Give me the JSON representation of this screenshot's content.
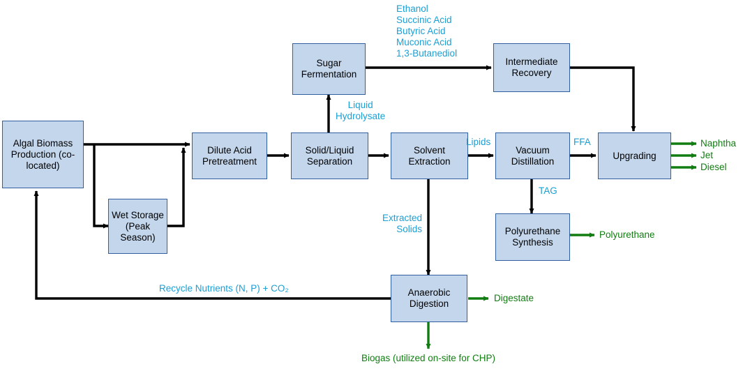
{
  "diagram": {
    "title": "Algal biomass biorefinery process flow diagram",
    "colors": {
      "box_fill": "#c3d6ec",
      "box_border": "#2f5f9e",
      "process_arrow": "#000000",
      "stream_label": "#1a9fd4",
      "product": "#117d11",
      "background": "#ffffff"
    }
  },
  "boxes": [
    {
      "id": "algal-biomass-production",
      "label": "Algal Biomass Production (co-located)"
    },
    {
      "id": "wet-storage",
      "label": "Wet Storage (Peak Season)"
    },
    {
      "id": "dilute-acid-pretreatment",
      "label": "Dilute Acid Pretreatment"
    },
    {
      "id": "solid-liquid-separation",
      "label": "Solid/Liquid Separation"
    },
    {
      "id": "sugar-fermentation",
      "label": "Sugar Fermentation"
    },
    {
      "id": "intermediate-recovery",
      "label": "Intermediate Recovery"
    },
    {
      "id": "solvent-extraction",
      "label": "Solvent Extraction"
    },
    {
      "id": "vacuum-distillation",
      "label": "Vacuum Distillation"
    },
    {
      "id": "upgrading",
      "label": "Upgrading"
    },
    {
      "id": "polyurethane-synthesis",
      "label": "Polyurethane Synthesis"
    },
    {
      "id": "anaerobic-digestion",
      "label": "Anaerobic Digestion"
    }
  ],
  "stream_labels": {
    "fermentation_products": "Ethanol\nSuccinic Acid\nButyric Acid\nMuconic Acid\n1,3-Butanediol",
    "liquid_hydrolysate": "Liquid\nHydrolysate",
    "lipids": "Lipids",
    "ffa": "FFA",
    "tag": "TAG",
    "extracted_solids": "Extracted\nSolids",
    "recycle_nutrients": "Recycle Nutrients (N, P) + CO₂"
  },
  "products": {
    "naphtha": "Naphtha",
    "jet": "Jet",
    "diesel": "Diesel",
    "polyurethane": "Polyurethane",
    "digestate": "Digestate",
    "biogas": "Biogas (utilized on-site for CHP)"
  }
}
